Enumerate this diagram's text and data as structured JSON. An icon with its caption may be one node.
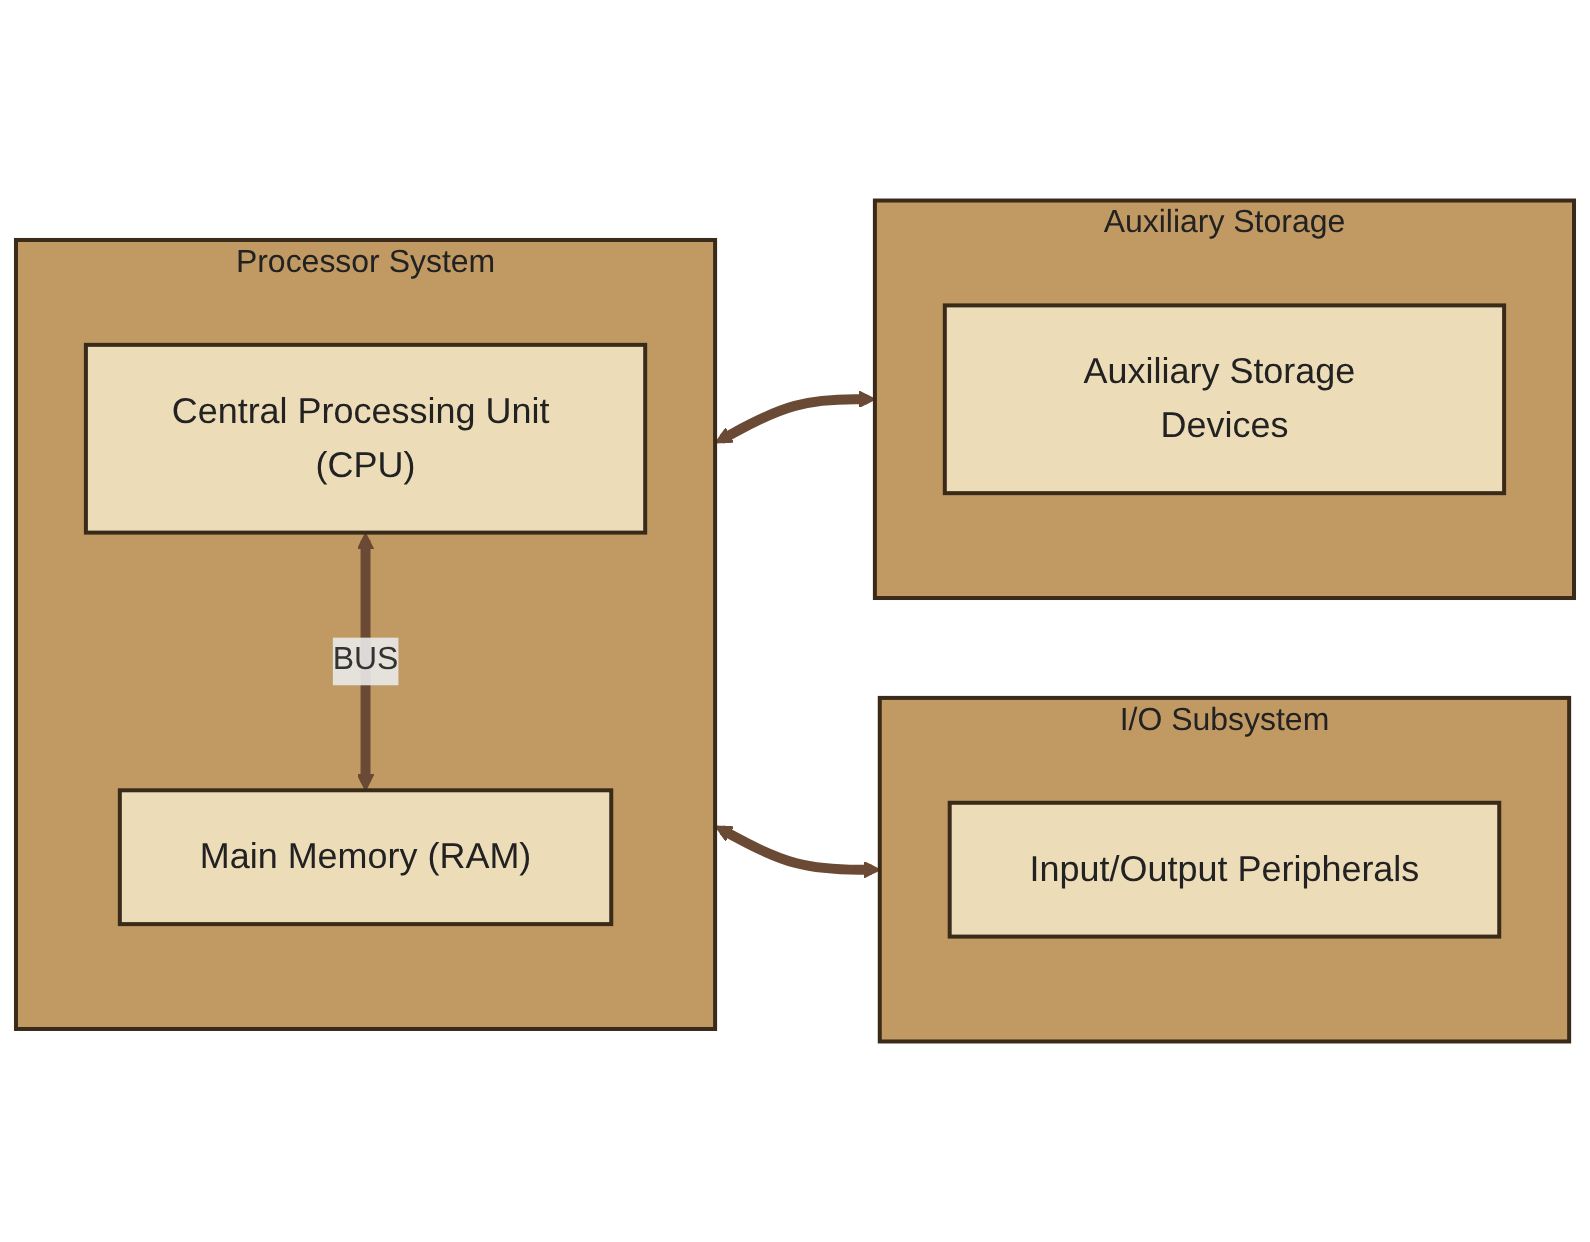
{
  "diagram": {
    "nodes": [
      {
        "text": [
          "Processor System"
        ]
      },
      {
        "text": [
          "Central Processing Unit (CPU)"
        ],
        "in": 0
      },
      {
        "text": [
          "Main Memory (RAM)"
        ],
        "in": 0
      },
      {
        "text": [
          "Auxiliary Storage"
        ]
      },
      {
        "text": [
          "Auxiliary Storage Devices"
        ],
        "in": 3
      },
      {
        "text": [
          "I/O Subsystem"
        ]
      },
      {
        "text": [
          "Input/Output Peripherals"
        ],
        "in": 5
      }
    ],
    "edges": [
      {
        "from": 1,
        "to": 2,
        "arrow": "both",
        "label": "BUS"
      },
      {
        "from": 0,
        "to": 3,
        "arrow": "both"
      },
      {
        "from": 0,
        "to": 5,
        "arrow": "both"
      }
    ]
  }
}
